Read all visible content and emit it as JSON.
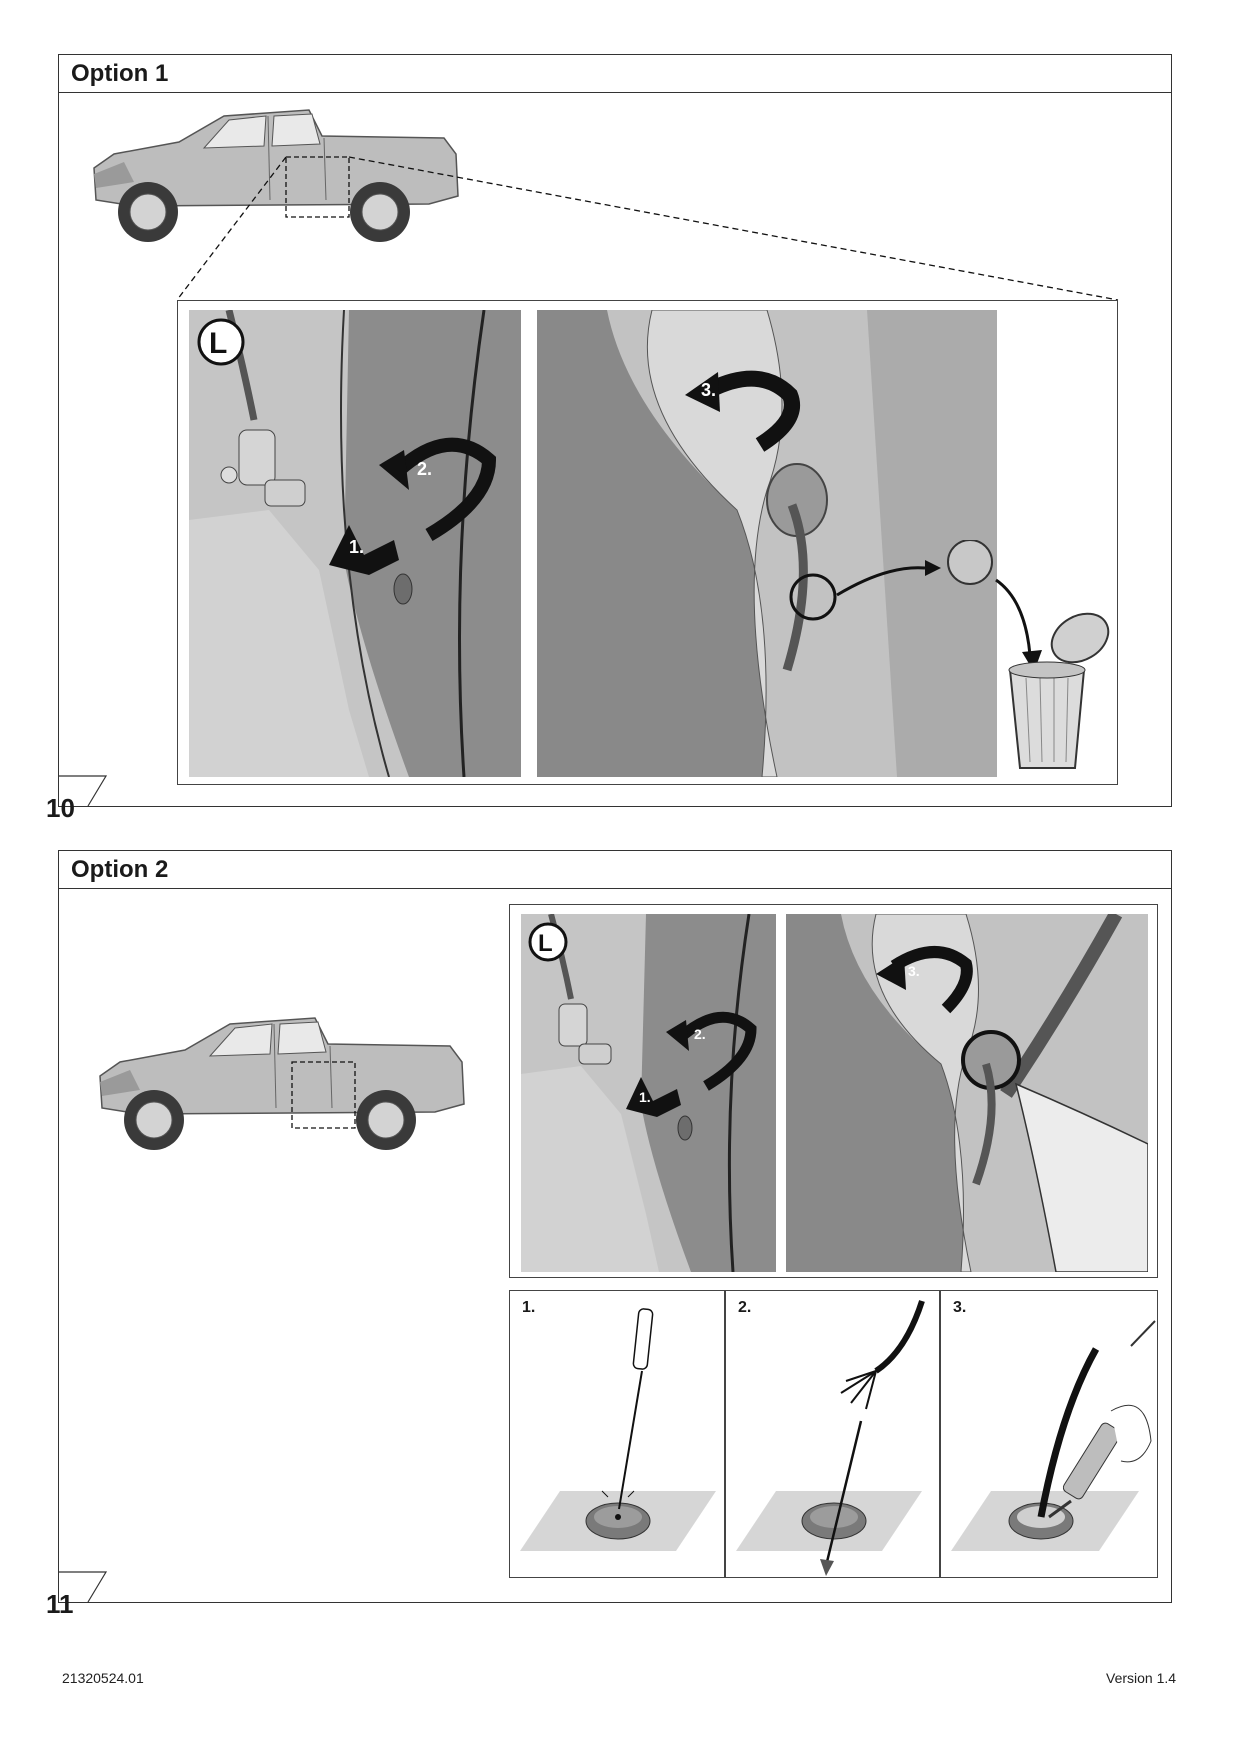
{
  "step10": {
    "number": "10",
    "option_title": "Option 1",
    "side_badge": "L",
    "arrow_labels": [
      "1.",
      "2.",
      "3."
    ]
  },
  "step11": {
    "number": "11",
    "option_title": "Option 2",
    "side_badge": "L",
    "arrow_labels": [
      "1.",
      "2.",
      "3."
    ],
    "sub_steps": [
      "1.",
      "2.",
      "3."
    ]
  },
  "footer": {
    "document_number": "21320524.01",
    "version": "Version 1.4"
  },
  "colors": {
    "border": "#333333",
    "panel_gray_light": "#c9c9c9",
    "panel_gray_dark": "#8a8a8a",
    "car_body": "#b9b9b9"
  },
  "icons": [
    "pickup-truck-illustration",
    "screwdriver-icon",
    "cable-bundle-icon",
    "sealant-gun-icon",
    "trash-can-icon",
    "curved-arrow-icon"
  ]
}
